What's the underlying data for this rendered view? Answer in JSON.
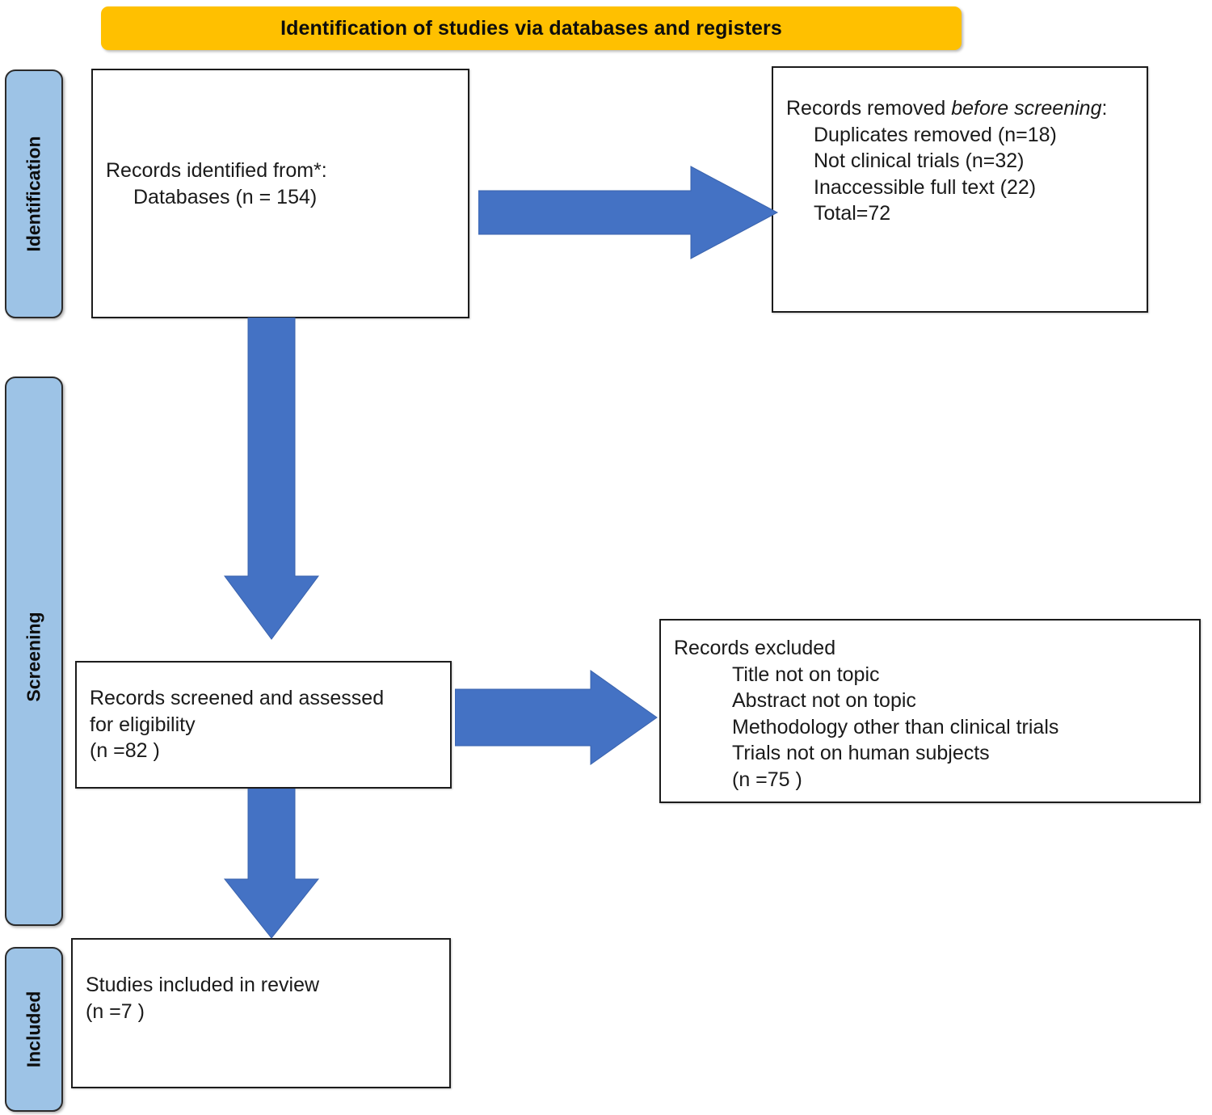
{
  "banner": {
    "title": "Identification of studies via databases and registers",
    "background_color": "#FFC000"
  },
  "colors": {
    "stage_bar": "#9DC3E6",
    "arrow": "#4472C4",
    "banner": "#FFC000",
    "box_border": "#1c1c1c",
    "text": "#1a1a1a"
  },
  "stages": [
    {
      "id": "identification",
      "label": "Identification"
    },
    {
      "id": "screening",
      "label": "Screening"
    },
    {
      "id": "included",
      "label": "Included"
    }
  ],
  "boxes": {
    "identified": {
      "lines": [
        "Records identified from*:",
        "Databases (n = 154)"
      ]
    },
    "removed": {
      "lines": [
        "Records removed ",
        "before screening",
        ":",
        "Duplicates removed (n=18)",
        "Not clinical trials (n=32)",
        "Inaccessible full text (22)",
        "Total=72"
      ],
      "heading_prefix": "Records removed ",
      "heading_italic": "before screening",
      "heading_suffix": ":",
      "items": [
        "Duplicates removed (n=18)",
        "Not clinical trials (n=32)",
        "Inaccessible full text (22)",
        "Total=72"
      ]
    },
    "screened": {
      "lines": [
        "Records screened and assessed",
        "for eligibility",
        "(n =82 )"
      ]
    },
    "excluded": {
      "heading": "Records excluded",
      "items": [
        "Title not on topic",
        "Abstract not on topic",
        "Methodology other than clinical trials",
        "Trials not on human subjects",
        "(n =75 )"
      ]
    },
    "included": {
      "lines": [
        "Studies included in review",
        "(n =7 )"
      ]
    }
  },
  "arrows": [
    {
      "id": "identified-to-removed",
      "direction": "right"
    },
    {
      "id": "identified-to-screened",
      "direction": "down"
    },
    {
      "id": "screened-to-excluded",
      "direction": "right"
    },
    {
      "id": "screened-to-included",
      "direction": "down"
    }
  ],
  "chart_data": {
    "type": "diagram",
    "title": "PRISMA flow diagram",
    "counts": {
      "records_identified_databases": 154,
      "duplicates_removed": 18,
      "not_clinical_trials": 32,
      "inaccessible_full_text": 22,
      "removed_before_screening_total": 72,
      "records_screened_and_assessed": 82,
      "records_excluded": 75,
      "studies_included_in_review": 7
    }
  }
}
